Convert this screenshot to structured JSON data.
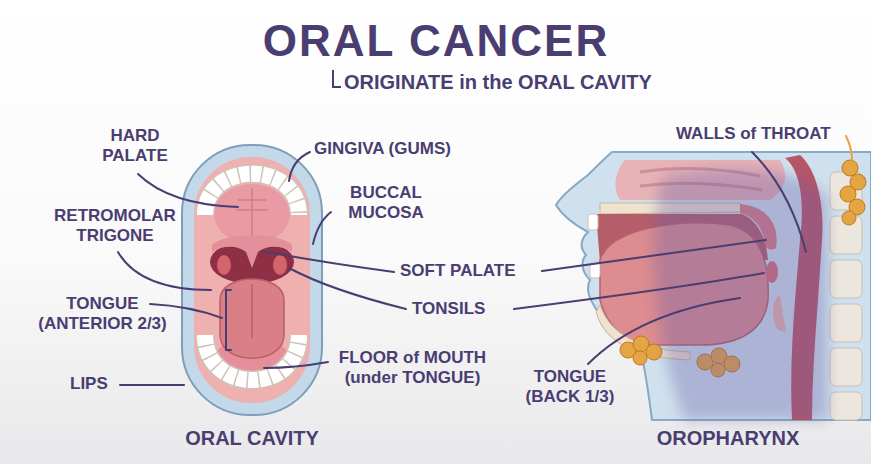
{
  "diagram": {
    "title": "ORAL CANCER",
    "labels": [
      "ORIGINATE in the ORAL CAVITY",
      "HARD PALATE",
      "GINGIVA (GUMS)",
      "BUCCAL MUCOSA",
      "RETROMOLAR TRIGONE",
      "SOFT PALATE",
      "TONSILS",
      "TONGUE (ANTERIOR 2/3)",
      "FLOOR of MOUTH (under TONGUE)",
      "LIPS",
      "WALLS of THROAT",
      "TONGUE (BACK 1/3)",
      "ORAL CAVITY",
      "OROPHARYNX"
    ]
  }
}
